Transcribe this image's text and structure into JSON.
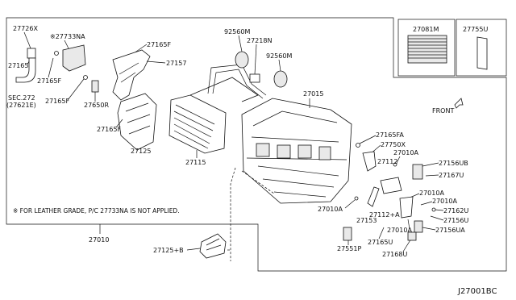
{
  "diagram": {
    "reference_code": "J27001BC",
    "note": "※ FOR LEATHER GRADE, P/C 27733NA IS NOT APPLIED.",
    "labels": {
      "p27726X": "27726X",
      "p27733NA": "※27733NA",
      "p27165F_a": "27165F",
      "p27165F_b": "27165F",
      "p27165F_c": "27165F",
      "p27165F_d": "27165F",
      "p27165F_e": "27165F",
      "p27157": "27157",
      "sec272": "SEC.272",
      "sec272_sub": "(27621E)",
      "p27650R": "27650R",
      "p27125": "27125",
      "p27115": "27115",
      "p92560M_a": "92560M",
      "p92560M_b": "92560M",
      "p27218N": "27218N",
      "p27015": "27015",
      "p27081M": "27081M",
      "p27755U": "27755U",
      "front": "FRONT",
      "p27165FA": "27165FA",
      "p27750X": "27750X",
      "p27010A_a": "27010A",
      "p27010A_b": "27010A",
      "p27010A_c": "27010A",
      "p27010A_d": "27010A",
      "p27010A_e": "27010A",
      "p27112": "27112",
      "p27156UB": "27156UB",
      "p27167U": "27167U",
      "p27112A": "27112+A",
      "p27153": "27153",
      "p27162U": "27162U",
      "p27156U": "27156U",
      "p27156UA": "27156UA",
      "p27165U": "27165U",
      "p27551P": "27551P",
      "p27168U": "27168U",
      "p27010": "27010",
      "p27125B": "27125+B"
    }
  }
}
